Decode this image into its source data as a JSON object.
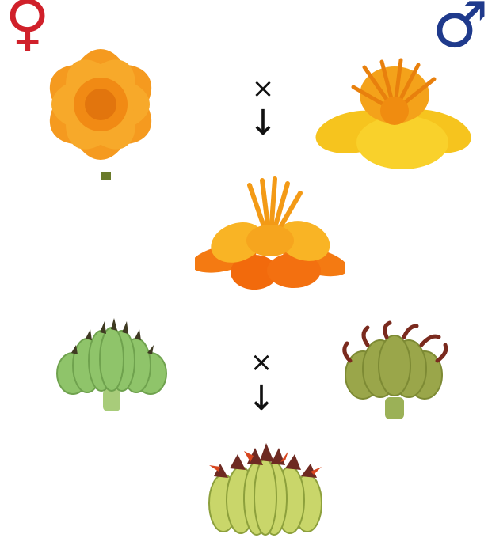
{
  "symbols": {
    "female": "♀",
    "male": "♂",
    "female_color": "#d0202a",
    "male_color": "#1f3a8c"
  },
  "operators": {
    "cross_top": "×",
    "arrow_top": "↓",
    "cross_bottom": "×",
    "arrow_bottom": "↓"
  },
  "colors": {
    "orange_flower": "#f7931e",
    "yellow_flower": "#f9c623",
    "green_fruit": "#8fc46a",
    "olive_fruit": "#9aa64a",
    "fruit_tips": "#7a2a1e"
  },
  "images": [
    "female-parent-flower-orange",
    "male-parent-flower-yellow",
    "hybrid-flower",
    "female-parent-fruit-green",
    "male-parent-fruit-olive",
    "hybrid-fruit"
  ]
}
